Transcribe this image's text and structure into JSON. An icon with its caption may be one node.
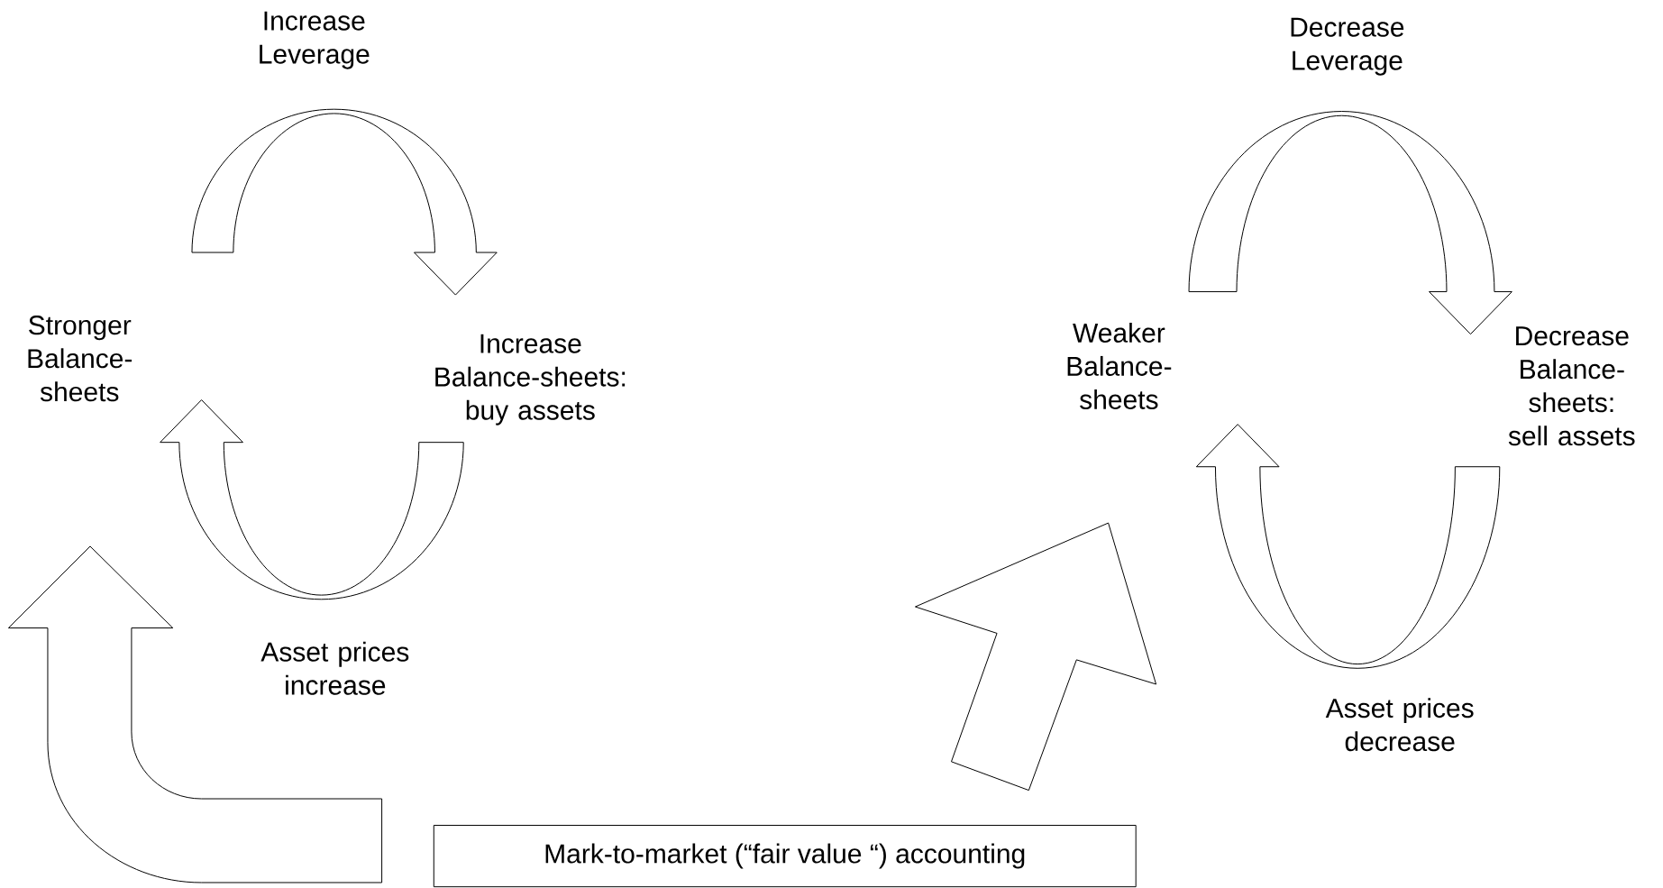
{
  "diagram": {
    "nodes": [
      {
        "text": [
          "Stronger Balance-sheets"
        ]
      },
      {
        "text": [
          "Increase Balance-sheets: buy assets"
        ]
      },
      {
        "text": [
          "Weaker Balance-sheets"
        ]
      },
      {
        "text": [
          "Decrease Balance-sheets: sell assets"
        ]
      },
      {
        "text": [
          "Mark-to-market (“fair value “) accounting"
        ]
      }
    ],
    "edges": [
      {
        "from": 0,
        "to": 1,
        "arrow": "to"
      },
      {
        "from": 1,
        "to": 0,
        "arrow": "to"
      },
      {
        "from": 2,
        "to": 3,
        "arrow": "to"
      },
      {
        "from": 3,
        "to": 2,
        "arrow": "to"
      },
      {
        "from": 4,
        "to": 0,
        "arrow": "to"
      },
      {
        "from": 4,
        "to": 2,
        "arrow": "to"
      }
    ],
    "labels": [
      "Increase Leverage",
      "Decrease Leverage",
      "Asset prices increase",
      "Asset prices decrease"
    ]
  }
}
